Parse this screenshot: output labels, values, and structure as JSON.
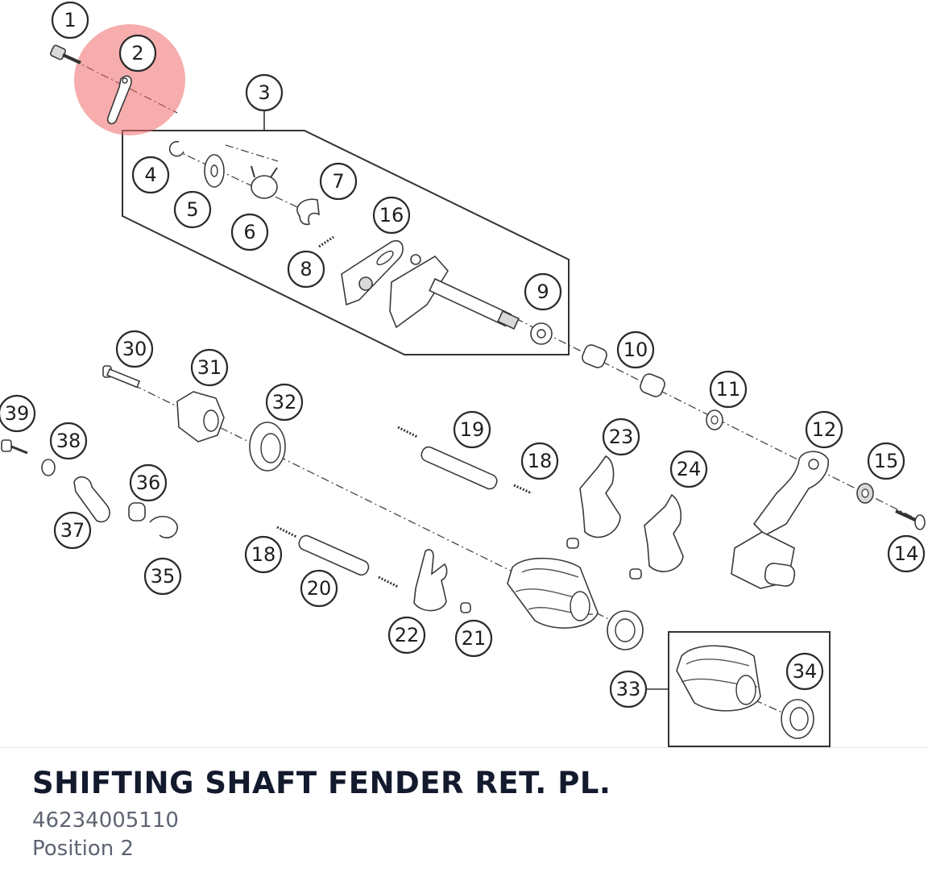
{
  "highlight_color": "#f06a6a",
  "product": {
    "title": "SHIFTING SHAFT FENDER RET. PL.",
    "part_number": "46234005110",
    "position": "Position 2"
  },
  "callouts": {
    "c1": "1",
    "c2": "2",
    "c3": "3",
    "c4": "4",
    "c5": "5",
    "c6": "6",
    "c7": "7",
    "c8": "8",
    "c9": "9",
    "c10": "10",
    "c11": "11",
    "c12": "12",
    "c14": "14",
    "c15": "15",
    "c16": "16",
    "c18a": "18",
    "c18b": "18",
    "c19": "19",
    "c20": "20",
    "c21": "21",
    "c22": "22",
    "c23": "23",
    "c24": "24",
    "c30": "30",
    "c31": "31",
    "c32": "32",
    "c33": "33",
    "c34": "34",
    "c35": "35",
    "c36": "36",
    "c37": "37",
    "c38": "38",
    "c39": "39"
  }
}
